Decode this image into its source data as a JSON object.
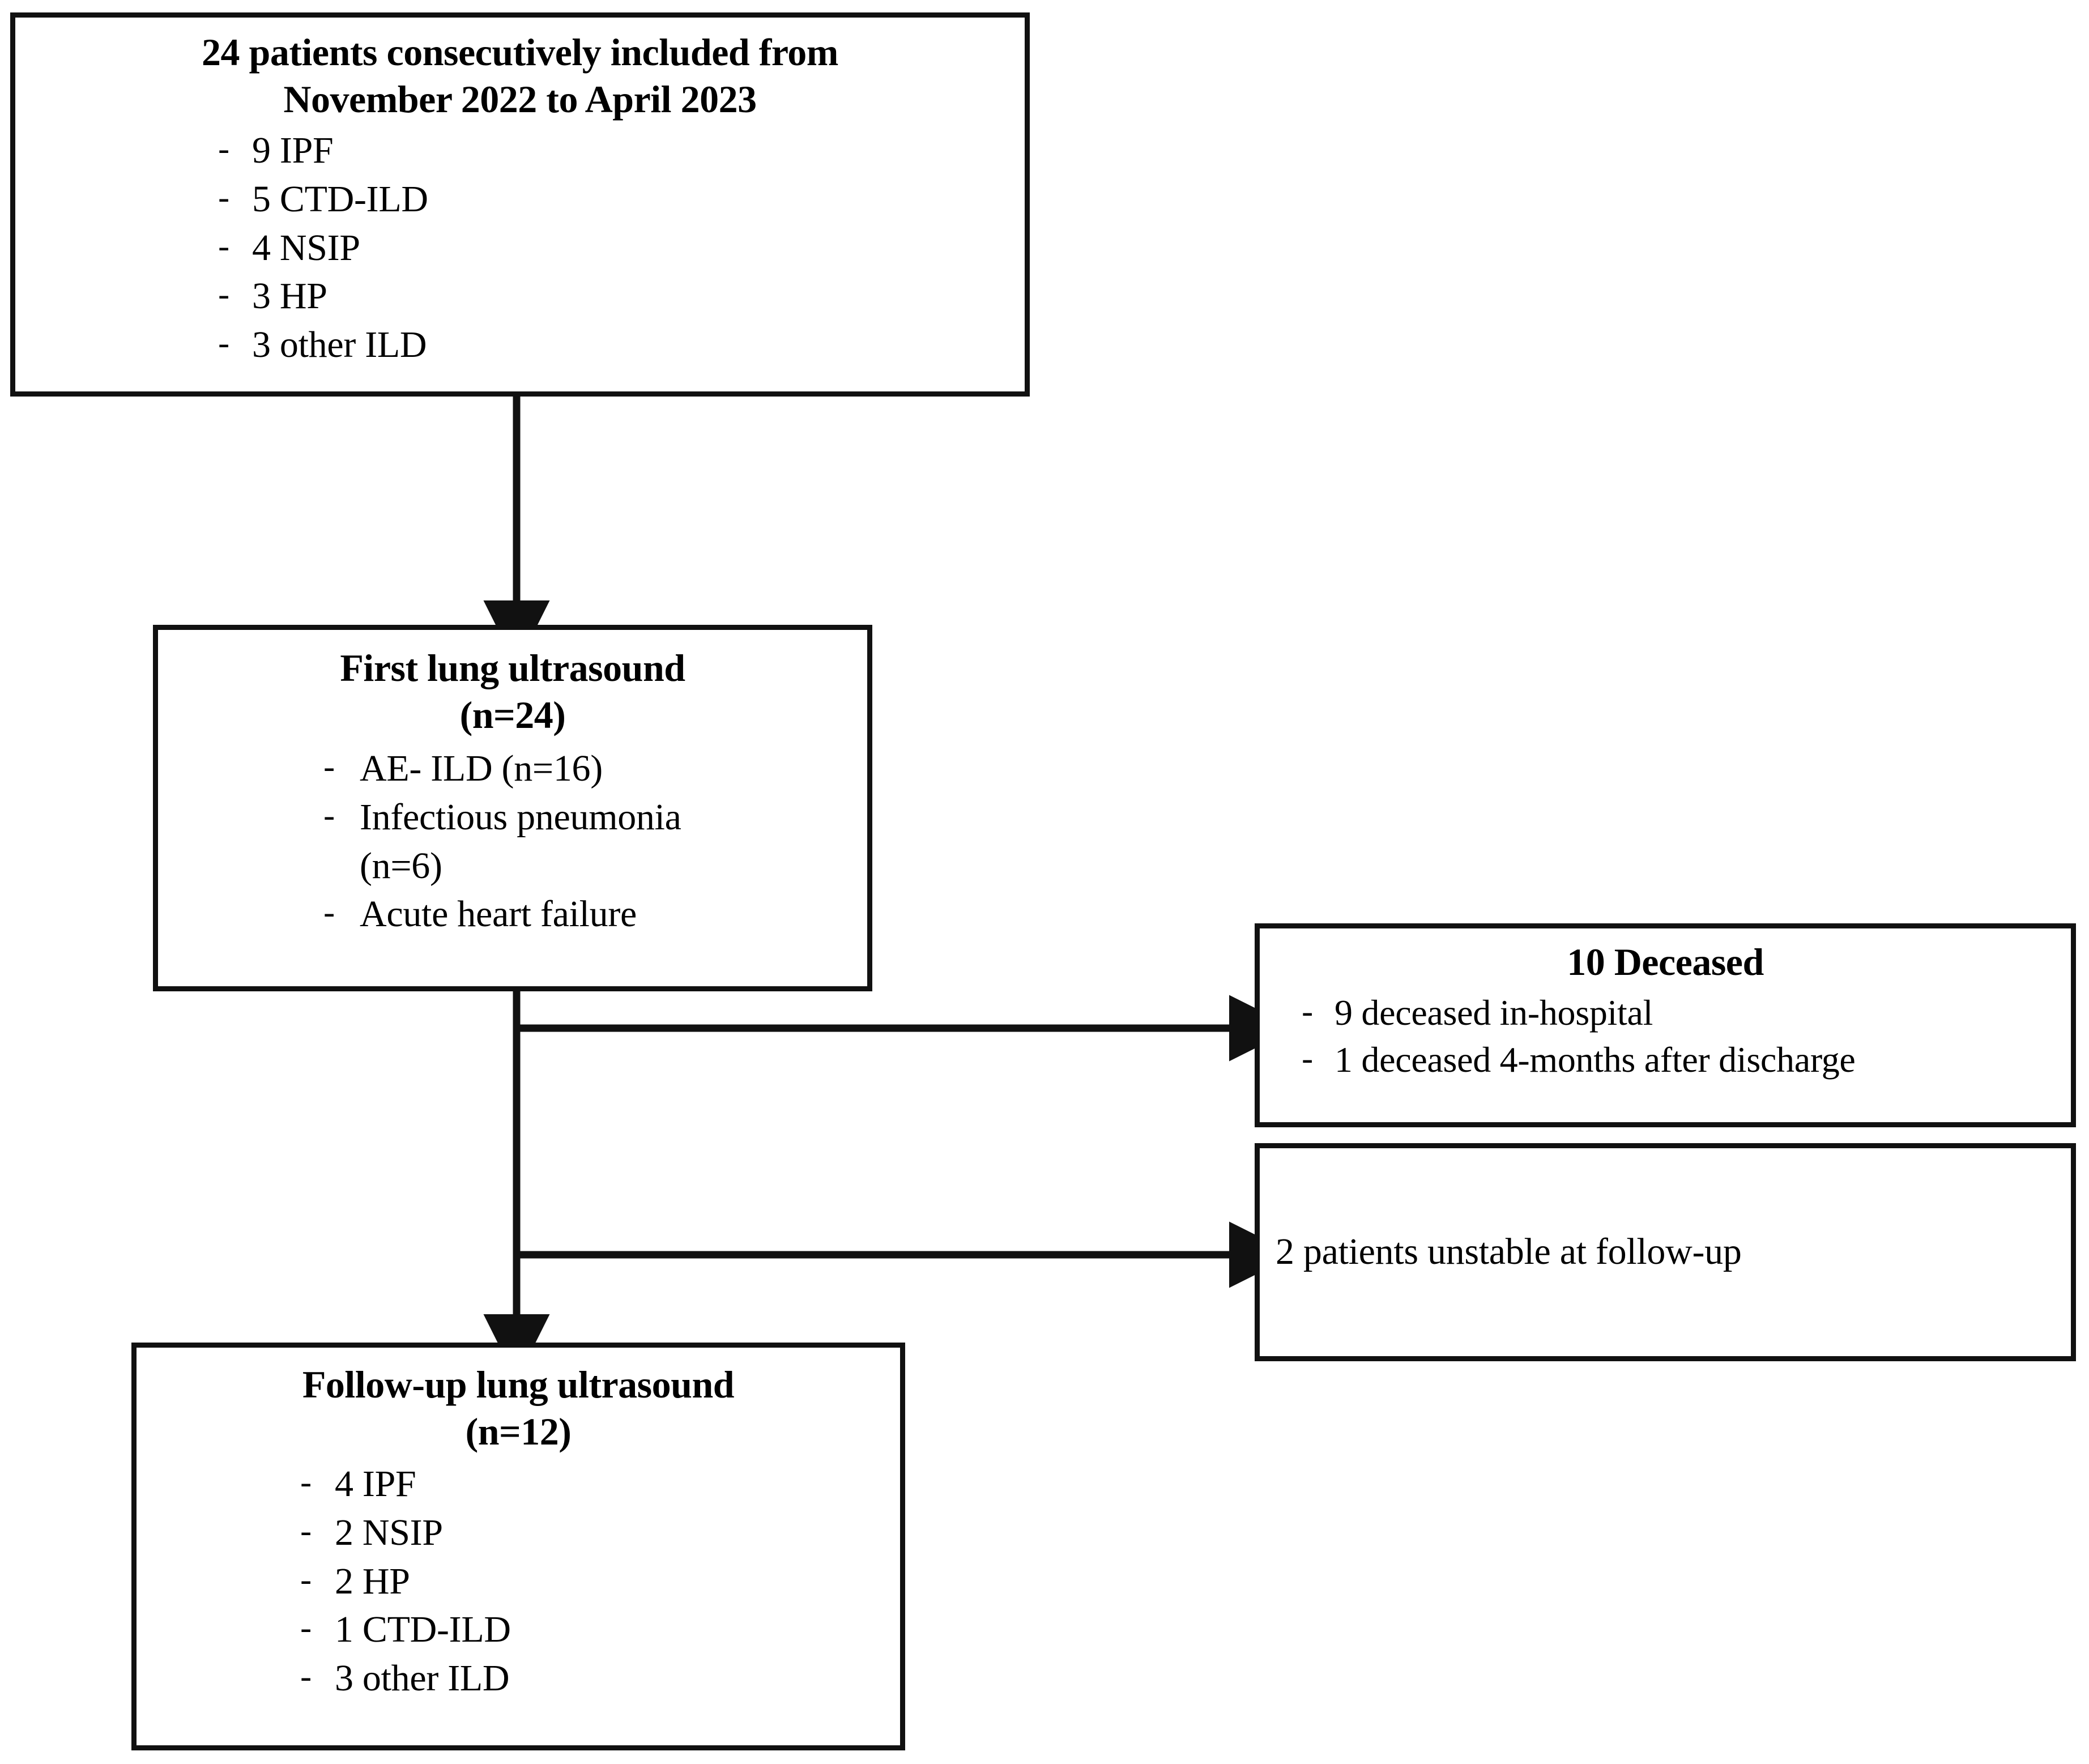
{
  "figure": {
    "type": "flowchart",
    "orientation": "top-to-bottom with right-side exclusion branches",
    "line_color": "#111111",
    "background_color": "#ffffff"
  },
  "boxes": {
    "enrollment": {
      "title": "24 patients consecutively included from\nNovember 2022 to April 2023",
      "bullets": [
        {
          "dash": "-",
          "text": "9 IPF"
        },
        {
          "dash": "-",
          "text": "5 CTD-ILD"
        },
        {
          "dash": "-",
          "text": "4 NSIP"
        },
        {
          "dash": "-",
          "text": "3 HP"
        },
        {
          "dash": "-",
          "text": "3 other ILD"
        }
      ]
    },
    "first_lus": {
      "title": "First lung ultrasound\n(n=24)",
      "bullets": [
        {
          "dash": "-",
          "text": "AE- ILD (n=16)"
        },
        {
          "dash": "-",
          "text": "Infectious pneumonia\n(n=6)"
        },
        {
          "dash": "-",
          "text": "Acute heart failure"
        }
      ]
    },
    "deceased": {
      "title": "10 Deceased",
      "bullets": [
        {
          "dash": "-",
          "text": "9 deceased in-hospital"
        },
        {
          "dash": "-",
          "text": "1 deceased 4-months after discharge"
        }
      ]
    },
    "unstable": {
      "text": "2 patients unstable at follow-up"
    },
    "followup_lus": {
      "title": "Follow-up lung ultrasound\n(n=12)",
      "bullets": [
        {
          "dash": "-",
          "text": "4 IPF"
        },
        {
          "dash": "-",
          "text": "2 NSIP"
        },
        {
          "dash": "-",
          "text": "2 HP"
        },
        {
          "dash": "-",
          "text": "1 CTD-ILD"
        },
        {
          "dash": "-",
          "text": "3 other ILD"
        }
      ]
    }
  }
}
